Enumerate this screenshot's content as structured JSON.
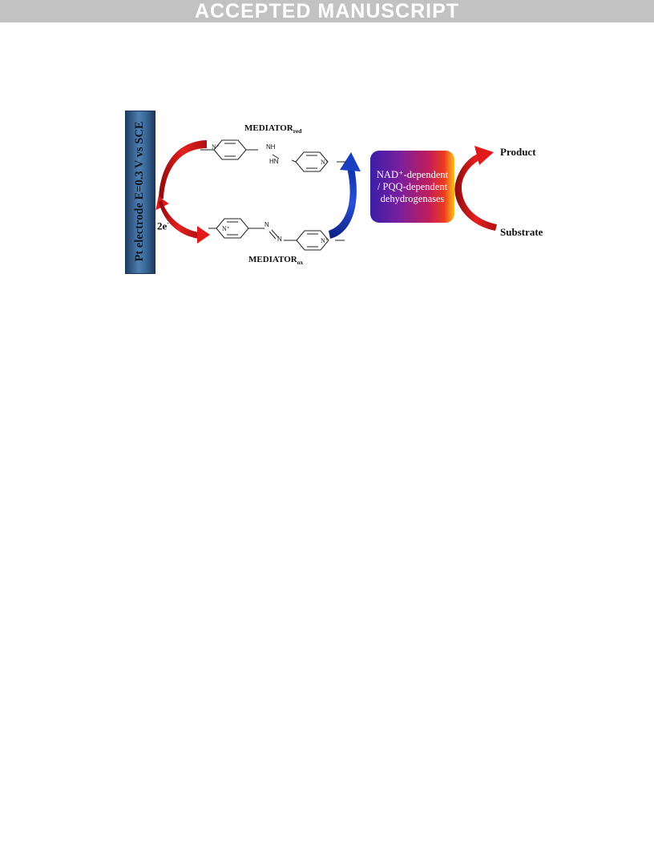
{
  "header": {
    "banner": "ACCEPTED MANUSCRIPT"
  },
  "figure": {
    "electrode_label": "Pt electrode E=0.3 V vs SCE",
    "mediator_red": {
      "text": "MEDIATOR",
      "sub": "red"
    },
    "mediator_ox": {
      "text": "MEDIATOR",
      "sub": "ox"
    },
    "electrons": {
      "text": "2e",
      "sup": "-"
    },
    "enzyme": {
      "line1": "NAD⁺-dependent",
      "line2": "/ PQQ-dependent",
      "line3": "dehydrogenases"
    },
    "product": "Product",
    "substrate": "Substrate",
    "n_plus": "N⁺",
    "nh": "NH",
    "hn": "HN",
    "n": "N",
    "colors": {
      "red_arrow": "#e01a1a",
      "blue_arrow": "#1a3fc0",
      "electrode": "#3a6798"
    }
  }
}
